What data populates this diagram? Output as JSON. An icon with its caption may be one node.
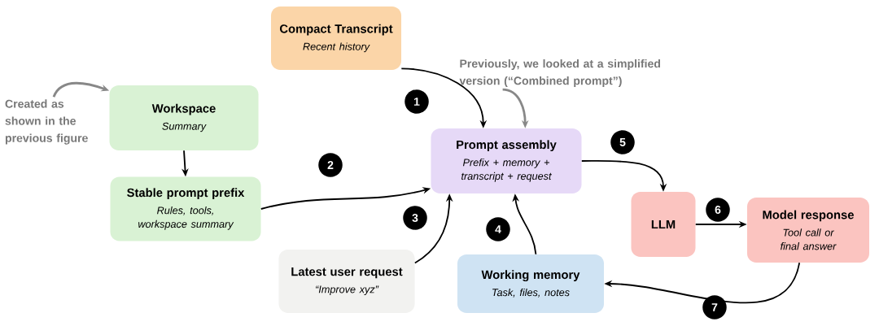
{
  "diagram": {
    "nodes": [
      {
        "text": [
          "Compact Transcript",
          "Recent history"
        ]
      },
      {
        "text": [
          "Workspace",
          "Summary"
        ]
      },
      {
        "text": [
          "Stable prompt prefix",
          "Rules, tools, workspace summary"
        ]
      },
      {
        "text": [
          "Prompt assembly",
          "Prefix + memory + transcript + request"
        ]
      },
      {
        "text": [
          "LLM"
        ]
      },
      {
        "text": [
          "Model response",
          "Tool call or final answer"
        ]
      },
      {
        "text": [
          "Latest user request",
          "“Improve xyz”"
        ]
      },
      {
        "text": [
          "Working memory",
          "Task, files, notes"
        ]
      },
      {
        "text": [
          "Created as shown in the previous figure"
        ]
      },
      {
        "text": [
          "Previously, we looked at a simplified version (“Combined prompt”)"
        ]
      }
    ],
    "edges": [
      {
        "from": 0,
        "to": 3,
        "arrow": "to",
        "label": "1"
      },
      {
        "from": 1,
        "to": 2,
        "arrow": "to"
      },
      {
        "from": 2,
        "to": 3,
        "arrow": "to",
        "label": "2"
      },
      {
        "from": 6,
        "to": 3,
        "arrow": "to",
        "label": "3"
      },
      {
        "from": 7,
        "to": 3,
        "arrow": "to",
        "label": "4"
      },
      {
        "from": 3,
        "to": 4,
        "arrow": "to",
        "label": "5"
      },
      {
        "from": 4,
        "to": 5,
        "arrow": "to",
        "label": "6"
      },
      {
        "from": 5,
        "to": 7,
        "arrow": "to",
        "label": "7"
      },
      {
        "from": 8,
        "to": 1,
        "arrow": "to",
        "color": "#888888"
      },
      {
        "from": 9,
        "to": 3,
        "arrow": "to",
        "color": "#888888"
      }
    ]
  }
}
